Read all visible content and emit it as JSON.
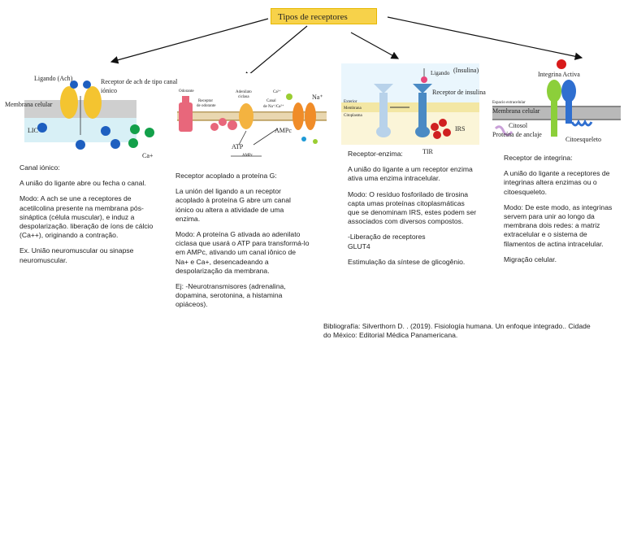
{
  "title": "Tipos de receptores",
  "fig1": {
    "ligand_label": "Ligando (Ach)",
    "receptor_label_1": "Receptor de ach de tipo canal",
    "receptor_label_2": "iónico",
    "membrane_label": "Membrana celular",
    "lic_label": "LIC",
    "ca_label": "Ca+"
  },
  "fig2": {
    "odorant": "Odorante",
    "receptor_1": "Receptor",
    "receptor_2": "de odorante",
    "adenylate_1": "Adenilato",
    "adenylate_2": "ciclasa",
    "ca_label": "Ca²⁺",
    "channel_1": "Canal",
    "channel_2": "de Na⁺/Ca²⁺",
    "na_label": "Na⁺",
    "ampc_label": "AMPc",
    "atp_label": "ATP",
    "ampc_small": "AMPc"
  },
  "fig3": {
    "ligand": "Ligando",
    "insulin": "(Insulina)",
    "receptor": "Receptor de insulina",
    "exterior": "Exterior",
    "membrane": "Membrana",
    "cytoplasm": "Citoplasma",
    "irs": "IRS",
    "tir": "TIR"
  },
  "fig4": {
    "integrin": "Integrina Activa",
    "extracellular": "Espacio extracelular",
    "membrane": "Membrana celular",
    "cytosol": "Citosol",
    "anchor": "Proteína de anclaje",
    "cytoskeleton": "Citoesqueleto"
  },
  "col1": {
    "heading": "Canal iónico:",
    "p1": "A união do ligante abre ou fecha o canal.",
    "p2": "Modo: A ach se une a receptores de acetilcolina presente na membrana pós-sináptica (célula muscular), e induz a despolarização. liberação de íons de cálcio (Ca++), originando a contração.",
    "p3": "Ex. União neuromuscular ou sinapse neuromuscular."
  },
  "col2": {
    "heading": "Receptor acoplado a proteína G:",
    "p1": "La unión del ligando a un receptor acoplado à proteína G abre um canal iónico ou altera a atividade de uma enzima.",
    "p2": "Modo: A proteína G ativada ao adenilato ciclasa que usará o ATP para transformá-lo em AMPc, ativando um canal iônico de Na+ e Ca+, desencadeando a despolarização da membrana.",
    "p3": "Ej: -Neurotransmisores (adrenalina, dopamina, serotonina, a histamina opiáceos)."
  },
  "col3": {
    "heading": "Receptor-enzima:",
    "p1": "A união do ligante a um receptor enzima ativa uma enzima intracelular.",
    "p2": "Modo: O resíduo fosforilado de tirosina capta umas proteínas citoplasmáticas que se denominam IRS, estes podem ser associados com diversos compostos.",
    "p3a": "-Liberação de receptores",
    "p3b": "GLUT4",
    "p4": "Estimulação da síntese de glicogênio."
  },
  "col4": {
    "heading": "Receptor de integrina:",
    "p1": "A união do ligante a receptores de integrinas altera enzimas ou o citoesqueleto.",
    "p2": "Modo: De este modo, as integrinas servem para unir ao longo da membrana dois redes: a matriz extracelular e o sistema de filamentos de actina intracelular.",
    "p3": "Migração celular."
  },
  "bibliography": "Bibliografía: Silverthorn D. . (2019). Fisiología humana. Un enfoque integrado.. Cidade do México: Editorial Médica Panamericana."
}
